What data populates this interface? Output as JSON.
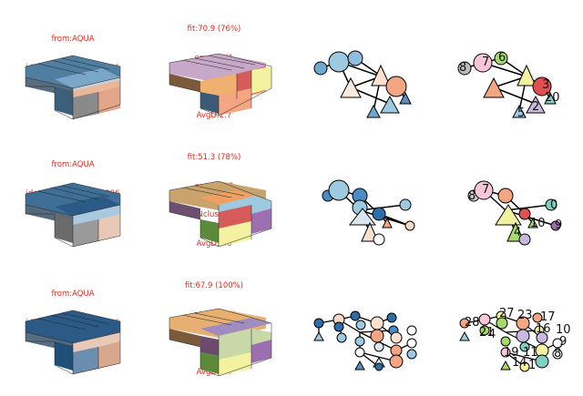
{
  "rows": [
    {
      "left_title": [
        "from:AQUA",
        "id:seed16-shape167396",
        "fit:92.3"
      ],
      "mid_title": [
        "fit:70.9 (76%)",
        "env:AQUA",
        "Nclus:9",
        "AvgD:2.7"
      ],
      "graph_a_labels": [],
      "graph_b_labels": [
        "8",
        "7",
        "6",
        "3",
        "5",
        "20",
        "2"
      ]
    },
    {
      "left_title": [
        "from:AQUA",
        "id:seed16-shape167396",
        "fit:65.0"
      ],
      "mid_title": [
        "fit:51.3 (78%)",
        "env:MARS",
        "Nclus:11",
        "AvgD:3.6"
      ],
      "graph_a_labels": [],
      "graph_b_labels": [
        "7",
        "8",
        "0",
        "10",
        "9",
        "4"
      ]
    },
    {
      "left_title": [
        "from:AQUA",
        "id:seed16-shape167396",
        "fit:67.9"
      ],
      "mid_title": [
        "fit:67.9 (100%)",
        "env:EARTH",
        "Nclus:30",
        "AvgD:3.4"
      ],
      "graph_a_labels": [],
      "graph_b_labels": [
        "27",
        "23",
        "17",
        "28",
        "16",
        "10",
        "21",
        "9",
        "19",
        "11",
        "8",
        "14",
        "1",
        "4"
      ]
    }
  ],
  "colors": {
    "title_red": "#e8281e",
    "blue_dark": "#1f4e79",
    "blue_light": "#9ecae1",
    "peach": "#f4a582",
    "yellow": "#f7f7a0",
    "lime": "#a6d96a",
    "pink": "#f4c2d8",
    "purple": "#9e6fb0"
  }
}
